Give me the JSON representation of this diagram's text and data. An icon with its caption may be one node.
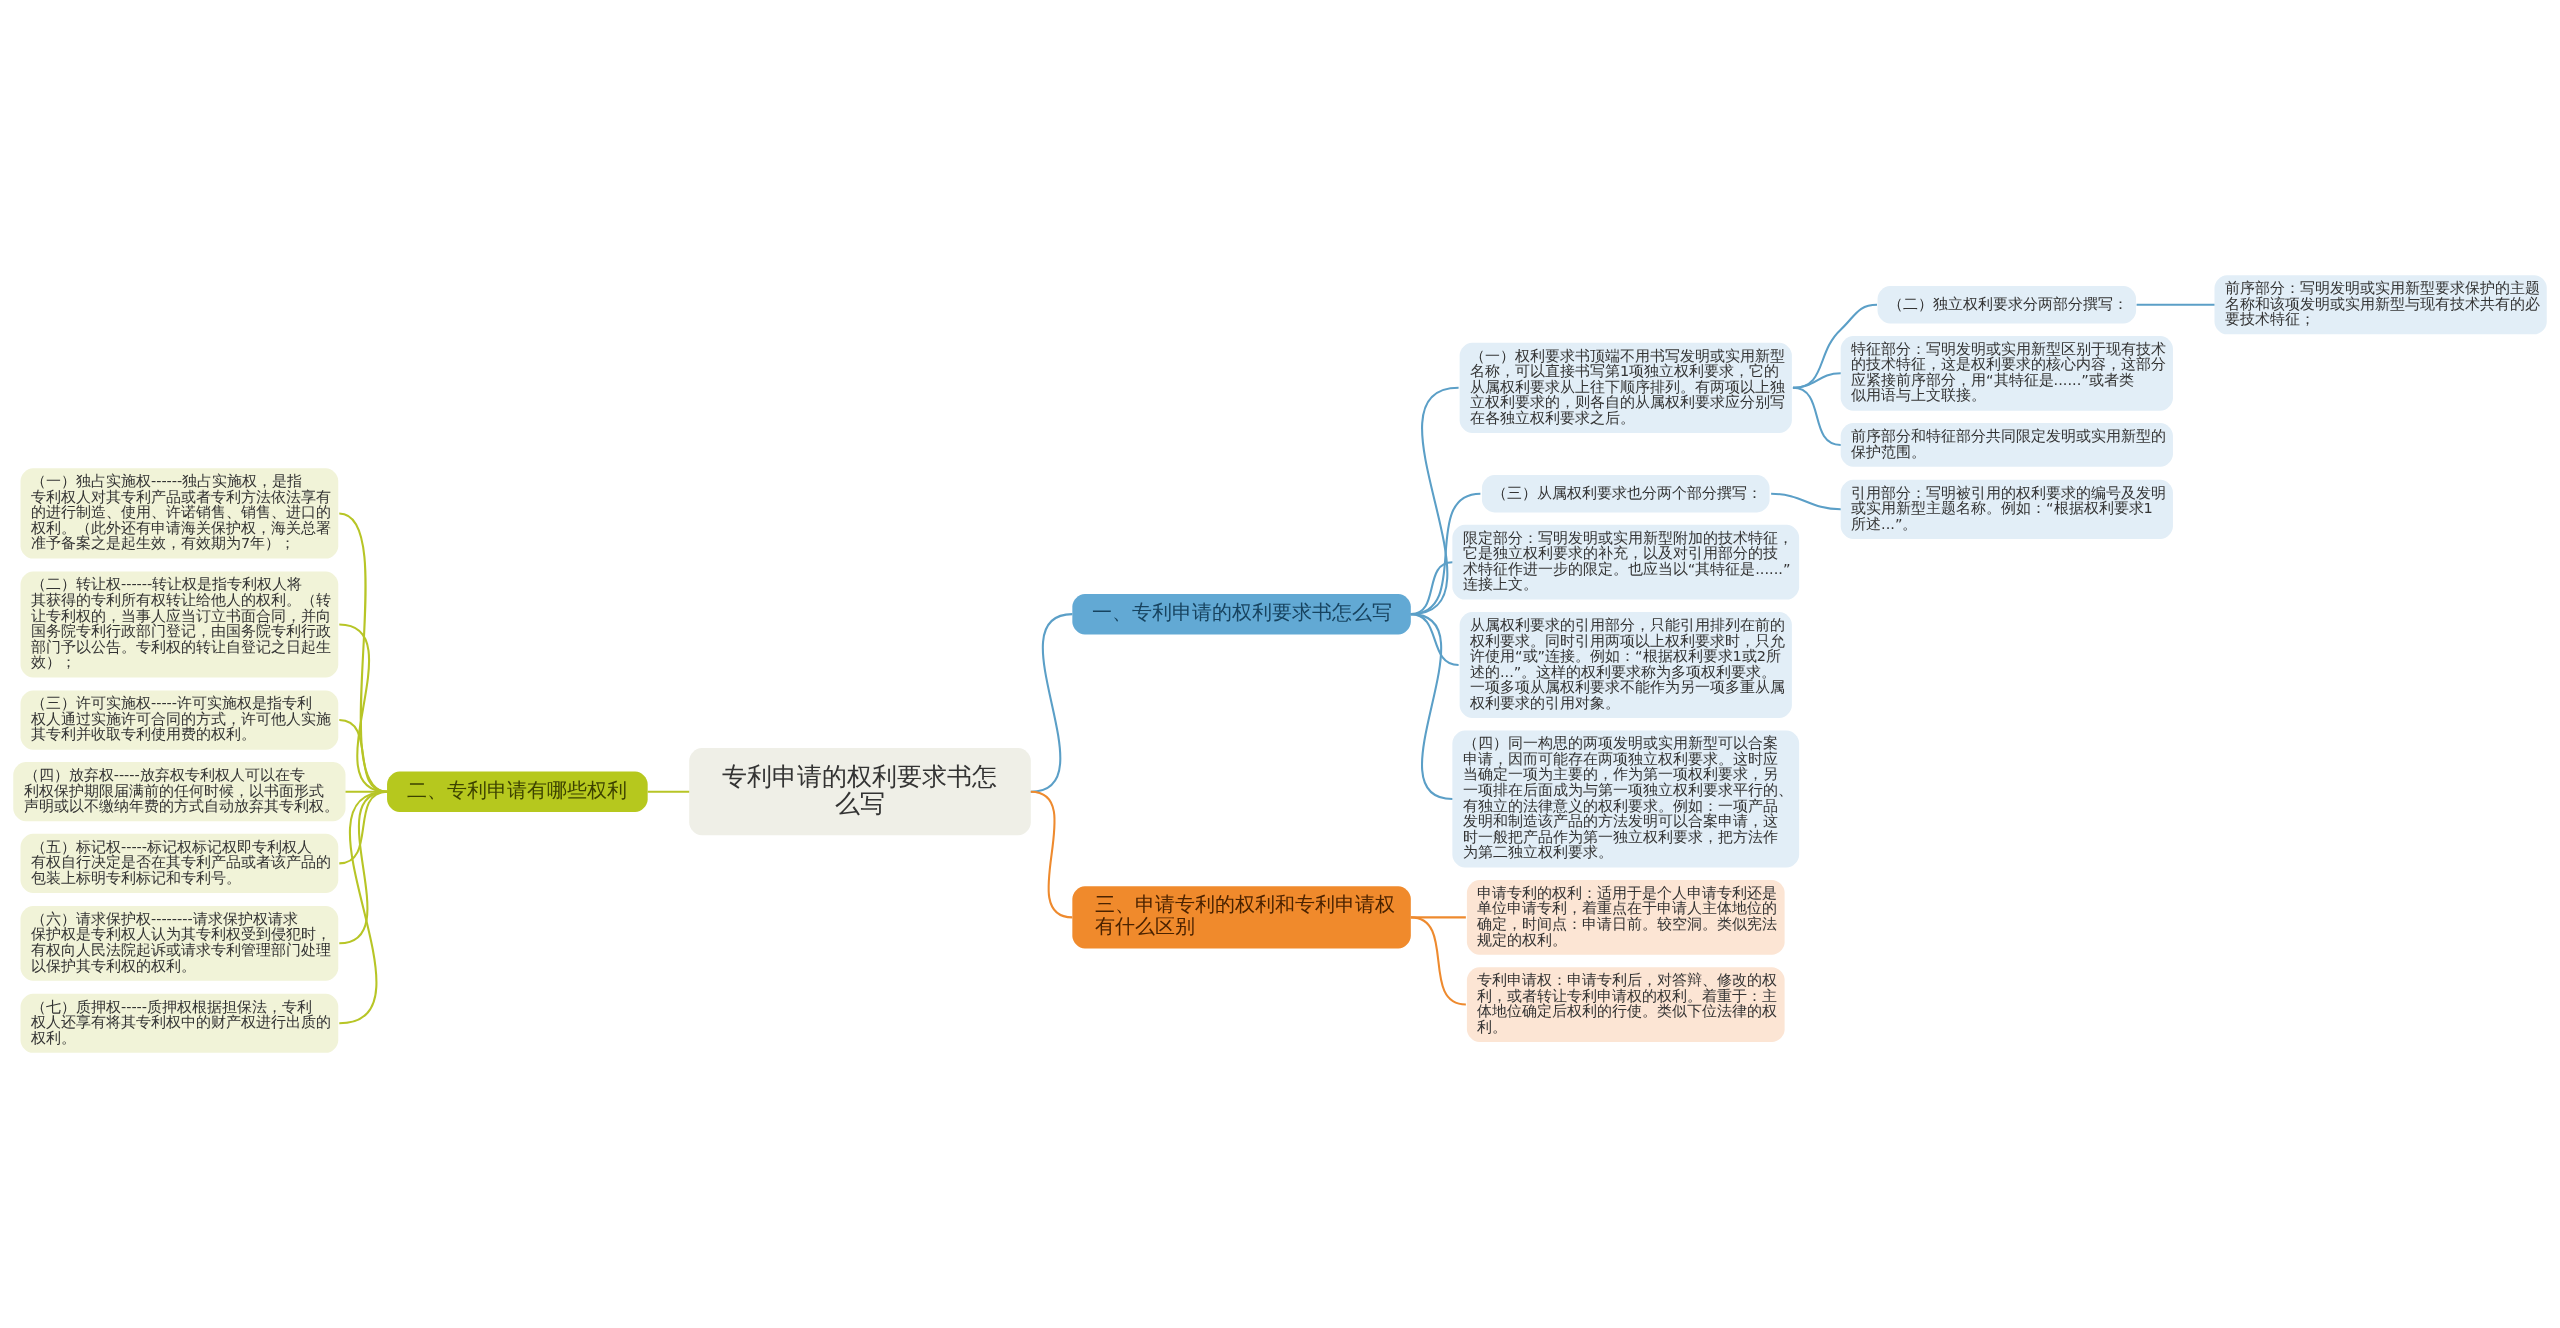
{
  "diagram": {
    "nodes": [
      {
        "text": [
          "专利申请的权利要求书怎么写"
        ]
      },
      {
        "text": [
          "一、专利申请的权利要求书怎么写"
        ]
      },
      {
        "text": [
          "（一）权利要求书顶端不用书写发明或实用新型名称，可以直接书写第1项独立权利要求，它的从属权利要求从上往下顺序排列。有两项以上独立权利要求的，则各自的从属权利要求应分别写在各独立权利要求之后。"
        ]
      },
      {
        "text": [
          "（二）独立权利要求分两部分撰写："
        ]
      },
      {
        "text": [
          "前序部分：写明发明或实用新型要求保护的主题名称和该项发明或实用新型与现有技术共有的必要技术特征；"
        ]
      },
      {
        "text": [
          "特征部分：写明发明或实用新型区别于现有技术的技术特征，这是权利要求的核心内容，这部分应紧接前序部分，用“其特征是......”或者类似用语与上文联接。"
        ]
      },
      {
        "text": [
          "前序部分和特征部分共同限定发明或实用新型的保护范围。"
        ]
      },
      {
        "text": [
          "（三）从属权利要求也分两个部分撰写："
        ]
      },
      {
        "text": [
          "引用部分：写明被引用的权利要求的编号及发明或实用新型主题名称。例如：“根据权利要求1所述...”。"
        ]
      },
      {
        "text": [
          "限定部分：写明发明或实用新型附加的技术特征，它是独立权利要求的补充，以及对引用部分的技术特征作进一步的限定。也应当以“其特征是......”连接上文。"
        ]
      },
      {
        "text": [
          "从属权利要求的引用部分，只能引用排列在前的权利要求。同时引用两项以上权利要求时，只允许使用“或”连接。例如：“根据权利要求1或2所述的...”。这样的权利要求称为多项权利要求。一项多项从属权利要求不能作为另一项多重从属权利要求的引用对象。"
        ]
      },
      {
        "text": [
          "（四）同一构思的两项发明或实用新型可以合案申请，因而可能存在两项独立权利要求。这时应当确定一项为主要的，作为第一项权利要求，另一项排在后面成为与第一项独立权利要求平行的、有独立的法律意义的权利要求。例如：一项产品发明和制造该产品的方法发明可以合案申请，这时一般把产品作为第一独立权利要求，把方法作为第二独立权利要求。"
        ]
      },
      {
        "text": [
          "三、申请专利的权利和专利申请权有什么区别"
        ]
      },
      {
        "text": [
          "申请专利的权利：适用于是个人申请专利还是单位申请专利，着重点在于申请人主体地位的确定，时间点：申请日前。较空洞。类似宪法规定的权利。"
        ]
      },
      {
        "text": [
          "专利申请权：申请专利后，对答辩、修改的权利，或者转让专利申请权的权利。着重于：主体地位确定后权利的行使。类似下位法律的权利。"
        ]
      },
      {
        "text": [
          "二、专利申请有哪些权利"
        ]
      },
      {
        "text": [
          "（一）独占实施权------独占实施权，是指专利权人对其专利产品或者专利方法依法享有的进行制造、使用、许诺销售、销售、进口的权利。（此外还有申请海关保护权，海关总署准予备案之是起生效，有效期为7年）；"
        ]
      },
      {
        "text": [
          "（二）转让权------转让权是指专利权人将其获得的专利所有权转让给他人的权利。（转让专利权的，当事人应当订立书面合同，并向国务院专利行政部门登记，由国务院专利行政部门予以公告。专利权的转让自登记之日起生效）；"
        ]
      },
      {
        "text": [
          "（三）许可实施权-----许可实施权是指专利权人通过实施许可合同的方式，许可他人实施其专利并收取专利使用费的权利。"
        ]
      },
      {
        "text": [
          "（四）放弃权-----放弃权专利权人可以在专利权保护期限届满前的任何时候，以书面形式声明或以不缴纳年费的方式自动放弃其专利权。"
        ]
      },
      {
        "text": [
          "（五）标记权-----标记权标记权即专利权人有权自行决定是否在其专利产品或者该产品的包装上标明专利标记和专利号。"
        ]
      },
      {
        "text": [
          "（六）请求保护权--------请求保护权请求保护权是专利权人认为其专利权受到侵犯时，有权向人民法院起诉或请求专利管理部门处理以保护其专利权的权利。"
        ]
      },
      {
        "text": [
          "（七）质押权-----质押权根据担保法，专利权人还享有将其专利权中的财产权进行出质的权利。"
        ]
      }
    ],
    "edges": [
      {
        "from": 0,
        "to": 1,
        "arrow": "none"
      },
      {
        "from": 1,
        "to": 2,
        "arrow": "none"
      },
      {
        "from": 2,
        "to": 3,
        "arrow": "none"
      },
      {
        "from": 3,
        "to": 4,
        "arrow": "none"
      },
      {
        "from": 2,
        "to": 5,
        "arrow": "none"
      },
      {
        "from": 2,
        "to": 6,
        "arrow": "none"
      },
      {
        "from": 1,
        "to": 7,
        "arrow": "none"
      },
      {
        "from": 7,
        "to": 8,
        "arrow": "none"
      },
      {
        "from": 1,
        "to": 9,
        "arrow": "none"
      },
      {
        "from": 1,
        "to": 10,
        "arrow": "none"
      },
      {
        "from": 1,
        "to": 11,
        "arrow": "none"
      },
      {
        "from": 0,
        "to": 12,
        "arrow": "none",
        "color": "#ee8a2e"
      },
      {
        "from": 12,
        "to": 13,
        "arrow": "none",
        "color": "#ee8a2e"
      },
      {
        "from": 12,
        "to": 14,
        "arrow": "none",
        "color": "#ee8a2e"
      },
      {
        "from": 0,
        "to": 15,
        "arrow": "none",
        "color": "#b7c526"
      },
      {
        "from": 15,
        "to": 16,
        "arrow": "none",
        "color": "#b7c526"
      },
      {
        "from": 15,
        "to": 17,
        "arrow": "none",
        "color": "#b7c526"
      },
      {
        "from": 15,
        "to": 18,
        "arrow": "none",
        "color": "#b7c526"
      },
      {
        "from": 15,
        "to": 19,
        "arrow": "none",
        "color": "#b7c526"
      },
      {
        "from": 15,
        "to": 20,
        "arrow": "none",
        "color": "#b7c526"
      },
      {
        "from": 15,
        "to": 21,
        "arrow": "none",
        "color": "#b7c526"
      },
      {
        "from": 15,
        "to": 22,
        "arrow": "none",
        "color": "#b7c526"
      }
    ]
  }
}
